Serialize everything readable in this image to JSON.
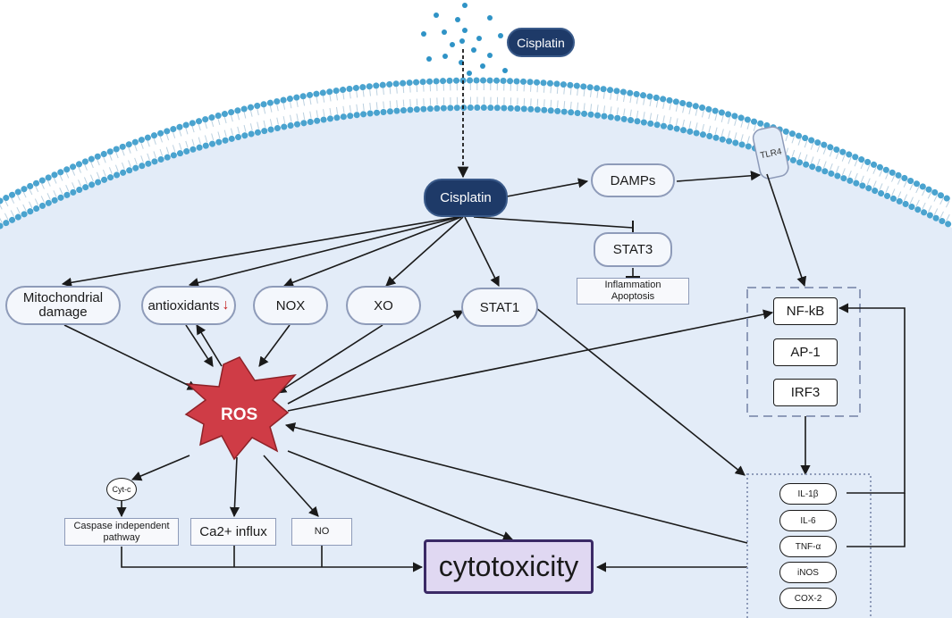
{
  "labels": {
    "cisplatin_outside": "Cisplatin",
    "cisplatin_inside": "Cisplatin",
    "tlr4": "TLR4",
    "damps": "DAMPs",
    "stat3": "STAT3",
    "inflammation_apoptosis": "Inflammation\nApoptosis",
    "mito_damage": "Mitochondrial\ndamage",
    "antioxidants": "antioxidants",
    "antioxidants_down_arrow": "↓",
    "nox": "NOX",
    "xo": "XO",
    "stat1": "STAT1",
    "ros": "ROS",
    "nfkb": "NF-kB",
    "ap1": "AP-1",
    "irf3": "IRF3",
    "cytc": "Cyt-c",
    "caspase": "Caspase independent\npathway",
    "ca_influx": "Ca2+ influx",
    "no": "NO",
    "cytotoxicity": "cytotoxicity",
    "cytokines": [
      "IL-1β",
      "IL-6",
      "TNF-α",
      "iNOS",
      "COX-2"
    ]
  },
  "colors": {
    "cytoplasm": "#e3ecf8",
    "membrane_heads": "#4aa3cf",
    "cisplatin_dark": "#1e3a68",
    "ros_red": "#cf3c46",
    "cytotoxicity_fill": "#e0d8f2",
    "cytotoxicity_border": "#3b2a66",
    "node_border": "#8e9bb9"
  }
}
